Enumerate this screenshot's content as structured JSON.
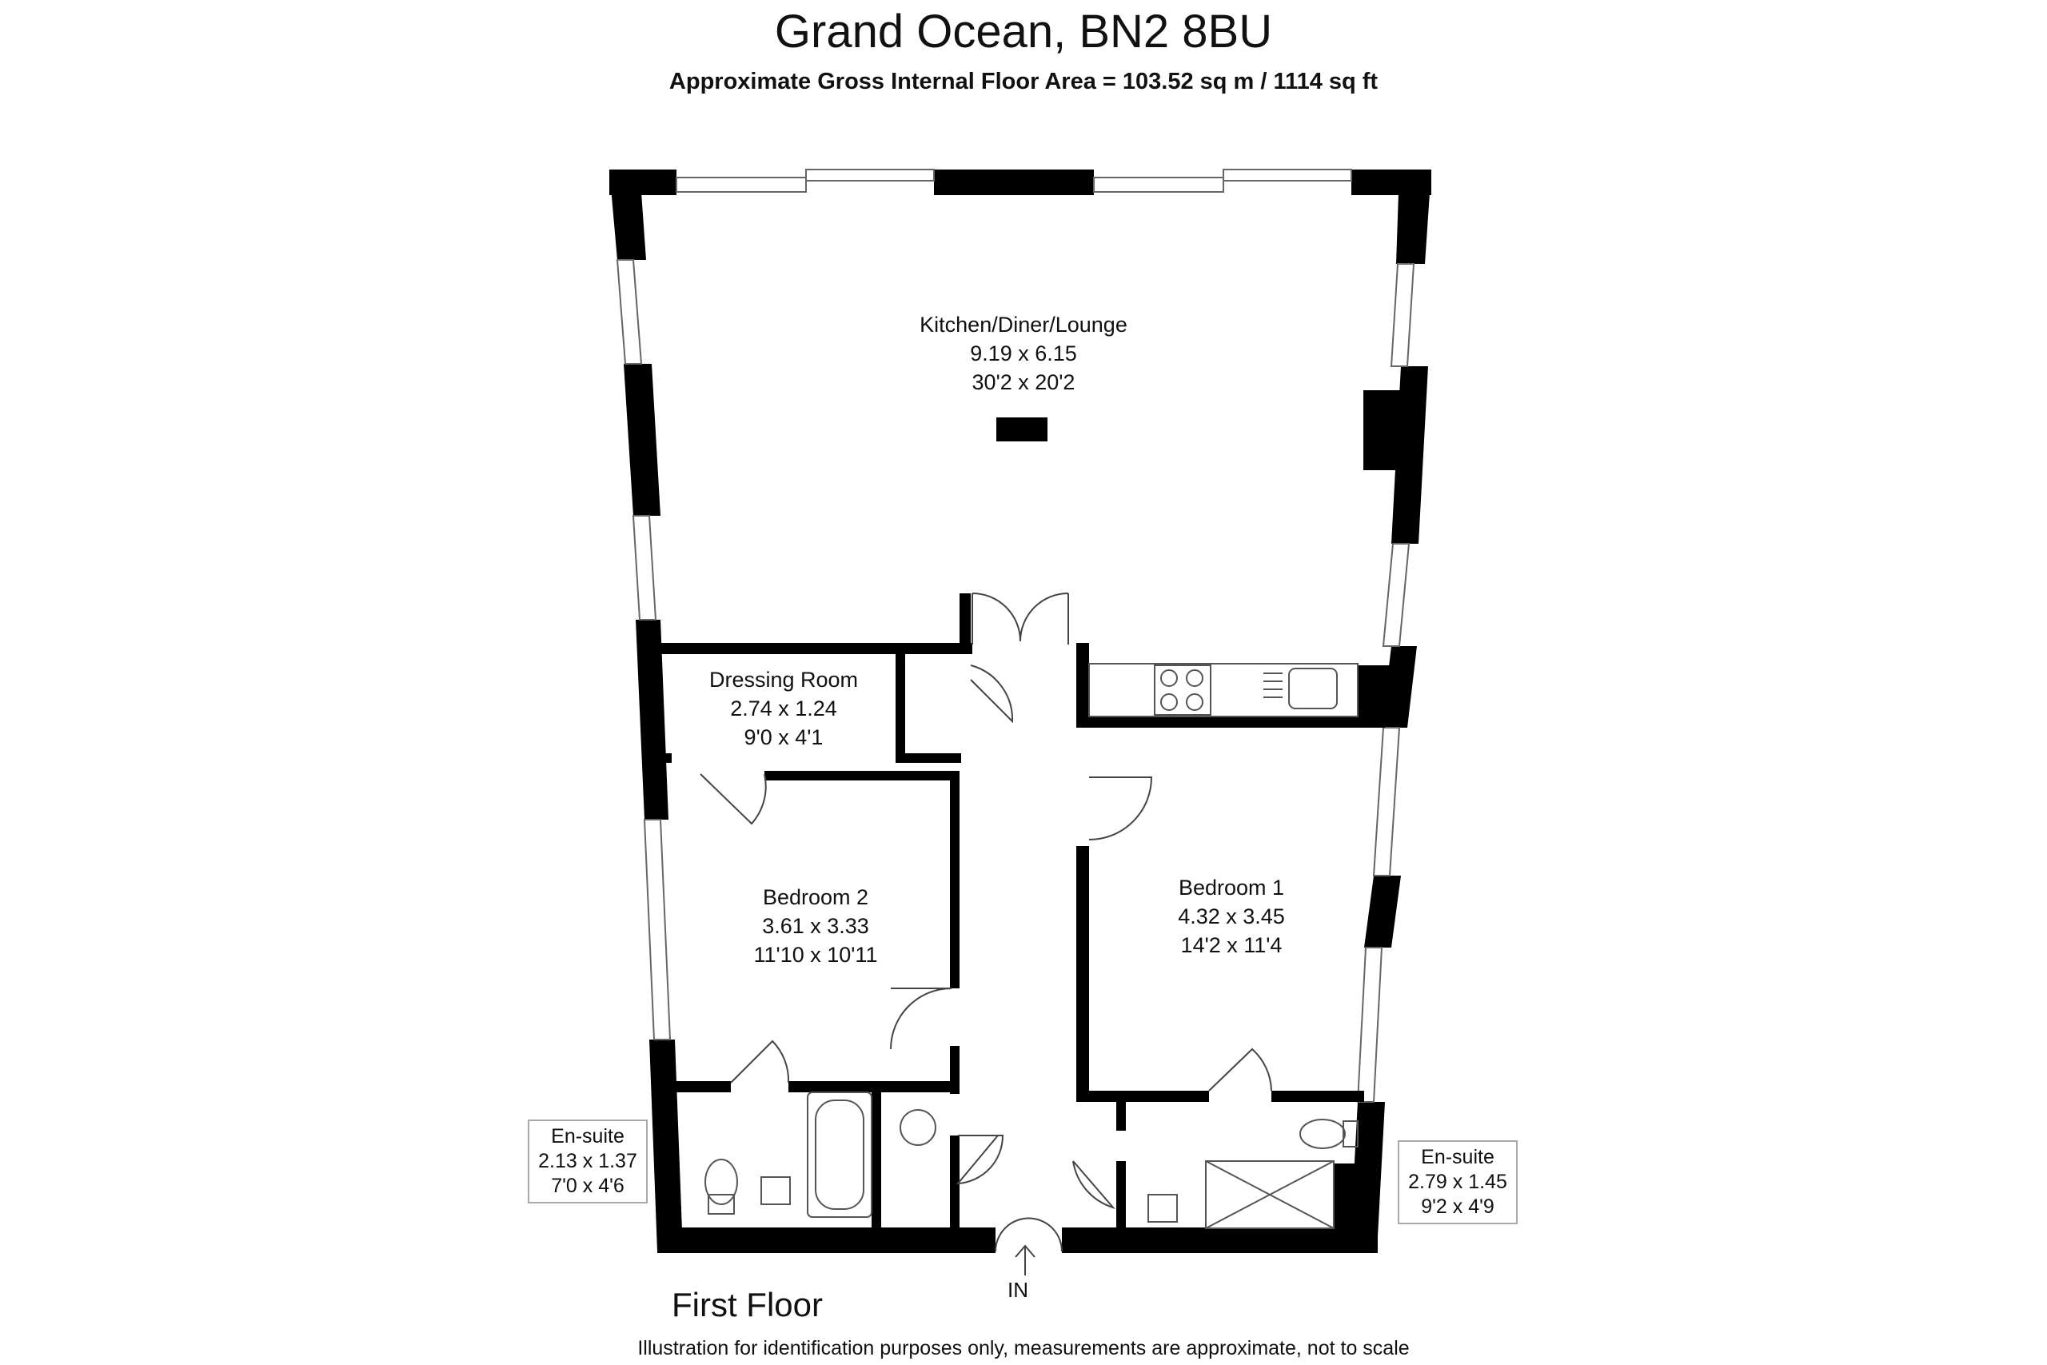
{
  "header": {
    "title": "Grand Ocean, BN2 8BU",
    "subtitle": "Approximate Gross Internal Floor Area = 103.52 sq m / 1114 sq ft"
  },
  "rooms": {
    "kitchen": {
      "name": "Kitchen/Diner/Lounge",
      "metric": "9.19 x 6.15",
      "imperial": "30'2 x 20'2"
    },
    "dressing": {
      "name": "Dressing Room",
      "metric": "2.74 x 1.24",
      "imperial": "9'0 x 4'1"
    },
    "bedroom2": {
      "name": "Bedroom 2",
      "metric": "3.61 x 3.33",
      "imperial": "11'10 x 10'11"
    },
    "bedroom1": {
      "name": "Bedroom 1",
      "metric": "4.32 x 3.45",
      "imperial": "14'2 x 11'4"
    },
    "ensuite_left": {
      "name": "En-suite",
      "metric": "2.13 x 1.37",
      "imperial": "7'0 x 4'6"
    },
    "ensuite_right": {
      "name": "En-suite",
      "metric": "2.79 x 1.45",
      "imperial": "9'2 x 4'9"
    }
  },
  "entrance_label": "IN",
  "floor_label": "First Floor",
  "footer": {
    "disclaimer": "Illustration for identification purposes only, measurements are approximate, not to scale"
  }
}
